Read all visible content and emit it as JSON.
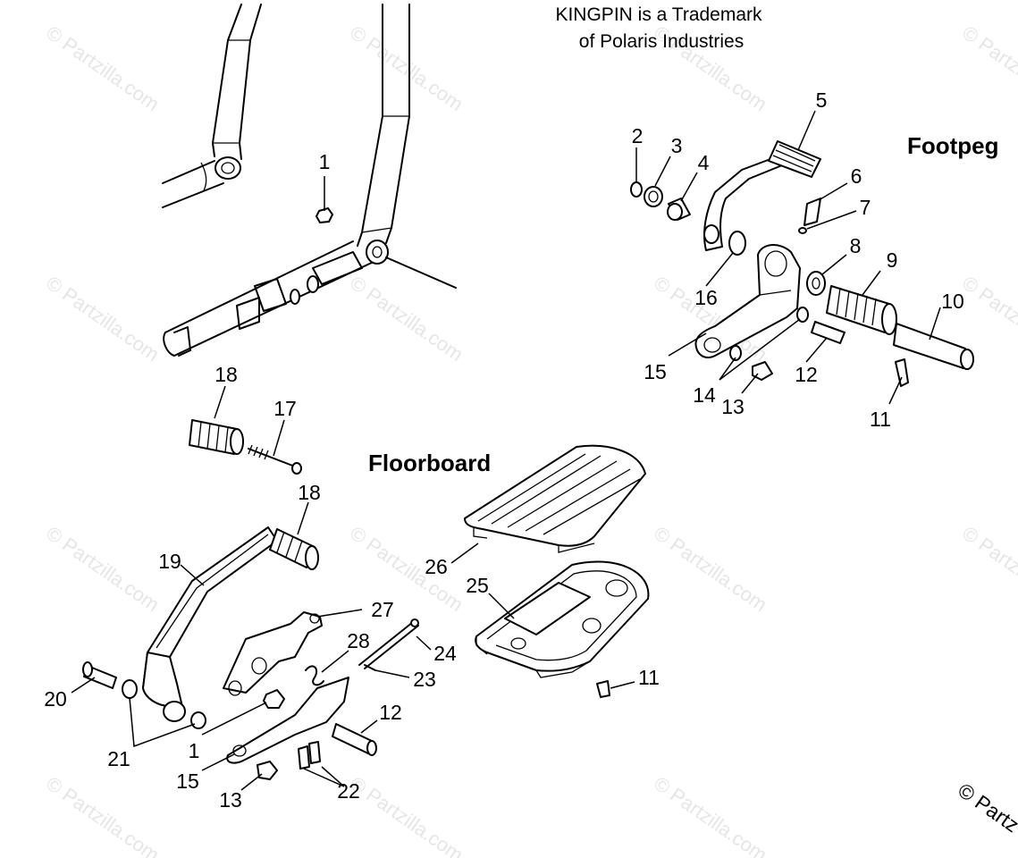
{
  "diagram": {
    "trademark_note": [
      "KINGPIN is a Trademark",
      "of Polaris Industries"
    ],
    "section_titles": {
      "footpeg": "Footpeg",
      "floorboard": "Floorboard"
    },
    "watermark_text": "© Partzilla.com",
    "corner_copyright": "© Partz",
    "callouts": {
      "c1a": "1",
      "c2": "2",
      "c3": "3",
      "c4": "4",
      "c5": "5",
      "c6": "6",
      "c7": "7",
      "c8": "8",
      "c9": "9",
      "c10": "10",
      "c11a": "11",
      "c12a": "12",
      "c13a": "13",
      "c14": "14",
      "c15a": "15",
      "c16": "16",
      "c17": "17",
      "c18a": "18",
      "c18b": "18",
      "c19": "19",
      "c20": "20",
      "c21": "21",
      "c1b": "1",
      "c15b": "15",
      "c13b": "13",
      "c22": "22",
      "c12b": "12",
      "c23": "23",
      "c24": "24",
      "c27": "27",
      "c28": "28",
      "c26": "26",
      "c25": "25",
      "c11b": "11"
    }
  }
}
